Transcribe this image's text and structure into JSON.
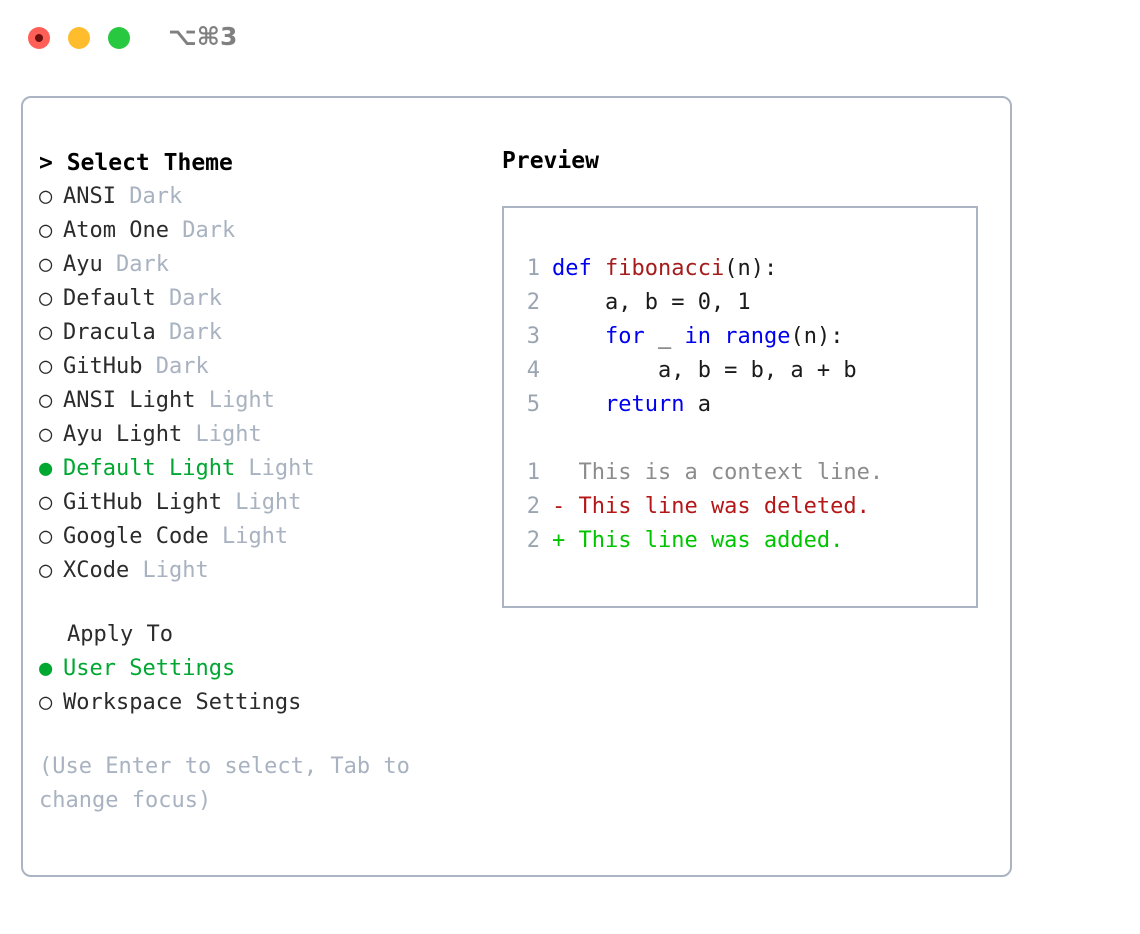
{
  "titlebar": {
    "shortcut": "⌥⌘3",
    "lights": [
      {
        "name": "close-button",
        "color": "#FF5F57"
      },
      {
        "name": "minimize-button",
        "color": "#FFBD2E"
      },
      {
        "name": "maximize-button",
        "color": "#28C840"
      }
    ]
  },
  "colors": {
    "accent_green": "#00a832",
    "muted": "#a8b2c0",
    "border": "#aab4c2",
    "keyword_blue": "#0000ee",
    "function_red": "#a61b1b",
    "diff_add": "#00c400",
    "diff_del": "#b41717",
    "diff_ctx": "#8c8c8c",
    "line_number": "#9aa5b1"
  },
  "theme_section": {
    "header": "> Select Theme",
    "items": [
      {
        "marker": "○",
        "label": "ANSI",
        "tag": "Dark",
        "selected": false
      },
      {
        "marker": "○",
        "label": "Atom One",
        "tag": "Dark",
        "selected": false
      },
      {
        "marker": "○",
        "label": "Ayu",
        "tag": "Dark",
        "selected": false
      },
      {
        "marker": "○",
        "label": "Default",
        "tag": "Dark",
        "selected": false
      },
      {
        "marker": "○",
        "label": "Dracula",
        "tag": "Dark",
        "selected": false
      },
      {
        "marker": "○",
        "label": "GitHub",
        "tag": "Dark",
        "selected": false
      },
      {
        "marker": "○",
        "label": "ANSI Light",
        "tag": "Light",
        "selected": false
      },
      {
        "marker": "○",
        "label": "Ayu Light",
        "tag": "Light",
        "selected": false
      },
      {
        "marker": "●",
        "label": "Default Light",
        "tag": "Light",
        "selected": true
      },
      {
        "marker": "○",
        "label": "GitHub Light",
        "tag": "Light",
        "selected": false
      },
      {
        "marker": "○",
        "label": "Google Code",
        "tag": "Light",
        "selected": false
      },
      {
        "marker": "○",
        "label": "XCode",
        "tag": "Light",
        "selected": false
      }
    ]
  },
  "apply_section": {
    "title": "Apply To",
    "items": [
      {
        "marker": "●",
        "label": "User Settings",
        "selected": true
      },
      {
        "marker": "○",
        "label": "Workspace Settings",
        "selected": false
      }
    ]
  },
  "hint": "(Use Enter to select, Tab to change focus)",
  "preview": {
    "title": "Preview",
    "code_lines": [
      {
        "number": "1",
        "tokens": [
          {
            "t": "def ",
            "c": "kw"
          },
          {
            "t": "fibonacci",
            "c": "fn"
          },
          {
            "t": "(n):",
            "c": "plain"
          }
        ]
      },
      {
        "number": "2",
        "tokens": [
          {
            "t": "    a, b = 0, 1",
            "c": "plain"
          }
        ]
      },
      {
        "number": "3",
        "tokens": [
          {
            "t": "    ",
            "c": "plain"
          },
          {
            "t": "for",
            "c": "kw"
          },
          {
            "t": " _ ",
            "c": "plain"
          },
          {
            "t": "in",
            "c": "kw"
          },
          {
            "t": " ",
            "c": "plain"
          },
          {
            "t": "range",
            "c": "kw"
          },
          {
            "t": "(n):",
            "c": "plain"
          }
        ]
      },
      {
        "number": "4",
        "tokens": [
          {
            "t": "        a, b = b, a + b",
            "c": "plain"
          }
        ]
      },
      {
        "number": "5",
        "tokens": [
          {
            "t": "    ",
            "c": "plain"
          },
          {
            "t": "return",
            "c": "kw"
          },
          {
            "t": " a",
            "c": "plain"
          }
        ]
      }
    ],
    "diff_lines": [
      {
        "number": "1",
        "sign": " ",
        "text": " This is a context line.",
        "kind": "diff-ctx"
      },
      {
        "number": "2",
        "sign": "-",
        "text": " This line was deleted.",
        "kind": "diff-del"
      },
      {
        "number": "2",
        "sign": "+",
        "text": " This line was added.",
        "kind": "diff-add"
      }
    ]
  }
}
